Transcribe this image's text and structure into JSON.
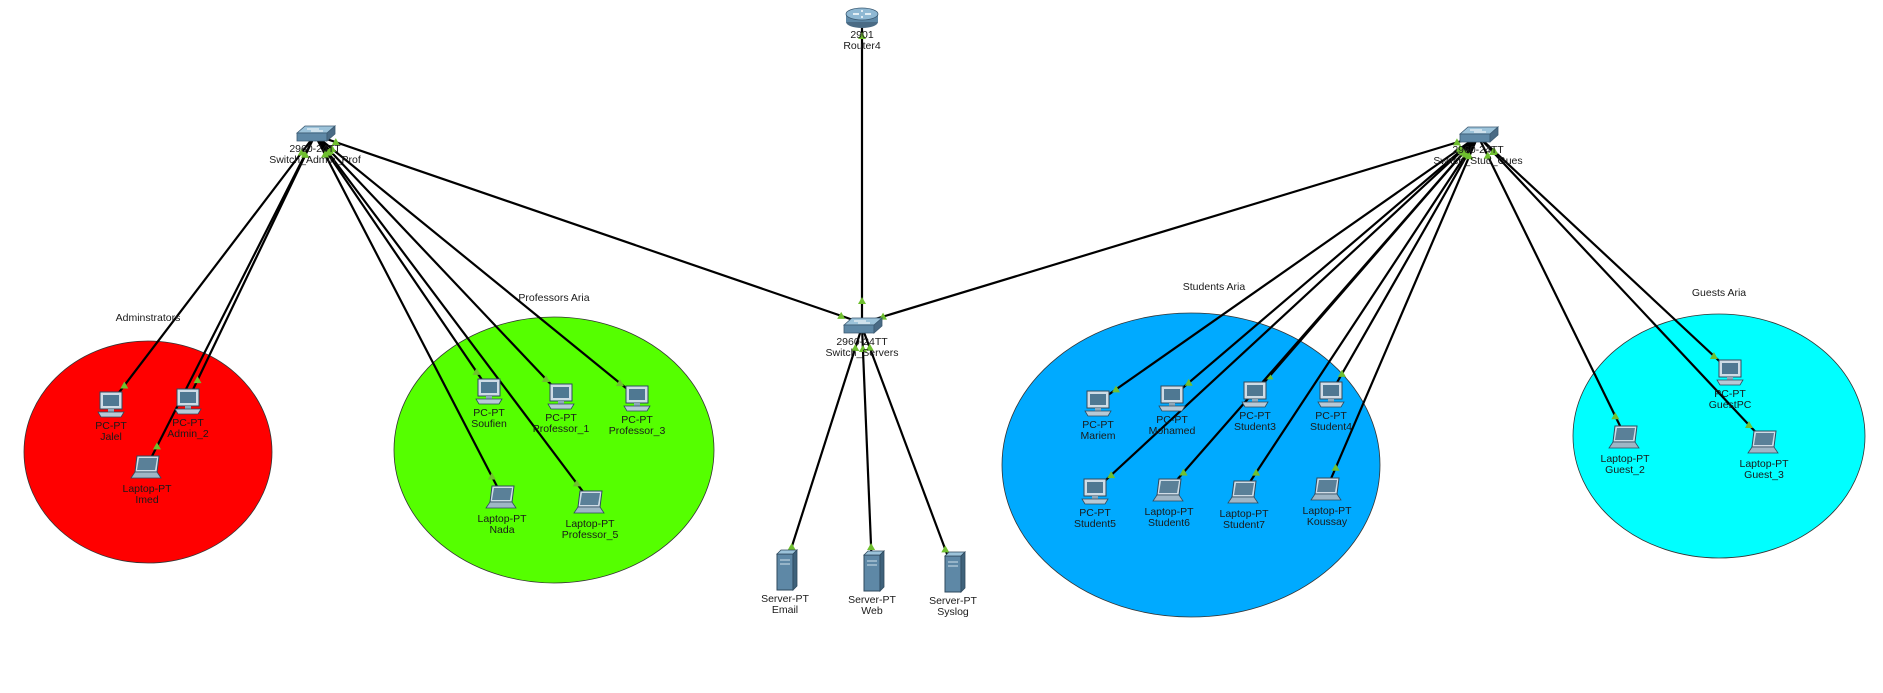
{
  "areas": [
    {
      "id": "admin",
      "label": "Adminstrators",
      "color": "#ff0000"
    },
    {
      "id": "prof",
      "label": "Professors Aria",
      "color": "#55ff00"
    },
    {
      "id": "stud",
      "label": "Students Aria",
      "color": "#00aaff"
    },
    {
      "id": "guest",
      "label": "Guests Aria",
      "color": "#00ffff"
    }
  ],
  "devices": [
    {
      "id": "router4",
      "kind": "router",
      "model": "2901",
      "name": "Router4"
    },
    {
      "id": "sw_admin",
      "kind": "switch",
      "model": "2960-24TT",
      "name": "Switch_Admin_Prof"
    },
    {
      "id": "sw_servers",
      "kind": "switch",
      "model": "2960-24TT",
      "name": "Switch_Servers"
    },
    {
      "id": "sw_stud",
      "kind": "switch",
      "model": "2960-24TT",
      "name": "Switch_Stud_Gues"
    },
    {
      "id": "jalel",
      "kind": "pc",
      "model": "PC-PT",
      "name": "Jalel"
    },
    {
      "id": "admin2",
      "kind": "pc",
      "model": "PC-PT",
      "name": "Admin_2"
    },
    {
      "id": "imed",
      "kind": "laptop",
      "model": "Laptop-PT",
      "name": "Imed"
    },
    {
      "id": "soufien",
      "kind": "pc",
      "model": "PC-PT",
      "name": "Soufien"
    },
    {
      "id": "prof1",
      "kind": "pc",
      "model": "PC-PT",
      "name": "Professor_1"
    },
    {
      "id": "prof3",
      "kind": "pc",
      "model": "PC-PT",
      "name": "Professor_3"
    },
    {
      "id": "nada",
      "kind": "laptop",
      "model": "Laptop-PT",
      "name": "Nada"
    },
    {
      "id": "prof5",
      "kind": "laptop",
      "model": "Laptop-PT",
      "name": "Professor_5"
    },
    {
      "id": "email",
      "kind": "server",
      "model": "Server-PT",
      "name": "Email"
    },
    {
      "id": "web",
      "kind": "server",
      "model": "Server-PT",
      "name": "Web"
    },
    {
      "id": "syslog",
      "kind": "server",
      "model": "Server-PT",
      "name": "Syslog"
    },
    {
      "id": "mariem",
      "kind": "pc",
      "model": "PC-PT",
      "name": "Mariem"
    },
    {
      "id": "mohamed",
      "kind": "pc",
      "model": "PC-PT",
      "name": "Mohamed"
    },
    {
      "id": "student3",
      "kind": "pc",
      "model": "PC-PT",
      "name": "Student3"
    },
    {
      "id": "student4",
      "kind": "pc",
      "model": "PC-PT",
      "name": "Student4"
    },
    {
      "id": "student5",
      "kind": "pc",
      "model": "PC-PT",
      "name": "Student5"
    },
    {
      "id": "student6",
      "kind": "laptop",
      "model": "Laptop-PT",
      "name": "Student6"
    },
    {
      "id": "student7",
      "kind": "laptop",
      "model": "Laptop-PT",
      "name": "Student7"
    },
    {
      "id": "koussay",
      "kind": "laptop",
      "model": "Laptop-PT",
      "name": "Koussay"
    },
    {
      "id": "guestpc",
      "kind": "pc",
      "model": "PC-PT",
      "name": "GuestPC"
    },
    {
      "id": "guest2",
      "kind": "laptop",
      "model": "Laptop-PT",
      "name": "Guest_2"
    },
    {
      "id": "guest3",
      "kind": "laptop",
      "model": "Laptop-PT",
      "name": "Guest_3"
    }
  ],
  "links": [
    [
      "router4",
      "sw_servers"
    ],
    [
      "sw_admin",
      "sw_servers"
    ],
    [
      "sw_stud",
      "sw_servers"
    ],
    [
      "sw_admin",
      "jalel"
    ],
    [
      "sw_admin",
      "admin2"
    ],
    [
      "sw_admin",
      "imed"
    ],
    [
      "sw_admin",
      "soufien"
    ],
    [
      "sw_admin",
      "prof1"
    ],
    [
      "sw_admin",
      "prof3"
    ],
    [
      "sw_admin",
      "nada"
    ],
    [
      "sw_admin",
      "prof5"
    ],
    [
      "sw_servers",
      "email"
    ],
    [
      "sw_servers",
      "web"
    ],
    [
      "sw_servers",
      "syslog"
    ],
    [
      "sw_stud",
      "mariem"
    ],
    [
      "sw_stud",
      "mohamed"
    ],
    [
      "sw_stud",
      "student3"
    ],
    [
      "sw_stud",
      "student4"
    ],
    [
      "sw_stud",
      "student5"
    ],
    [
      "sw_stud",
      "student6"
    ],
    [
      "sw_stud",
      "student7"
    ],
    [
      "sw_stud",
      "koussay"
    ],
    [
      "sw_stud",
      "guestpc"
    ],
    [
      "sw_stud",
      "guest2"
    ],
    [
      "sw_stud",
      "guest3"
    ]
  ]
}
